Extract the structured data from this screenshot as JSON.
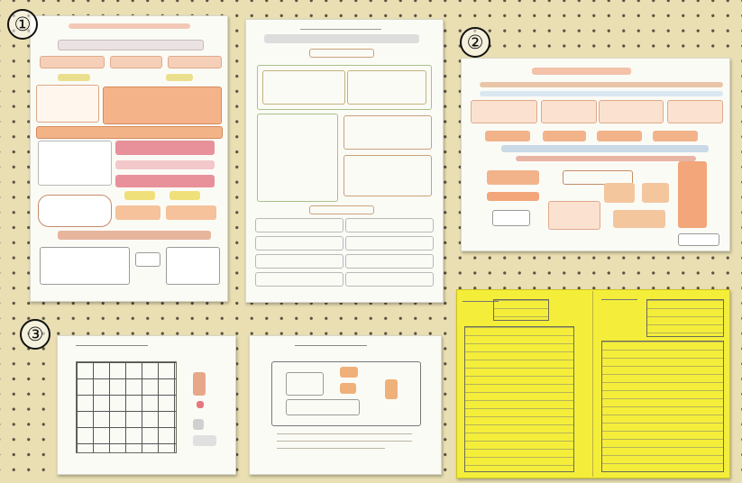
{
  "labels": {
    "one": "①",
    "two": "②",
    "three": "③"
  },
  "colors": {
    "background": "#fffb80",
    "pegboard": "#e9dfb3",
    "paper": "#fbfbf6",
    "yellow_form": "#f4ee3a",
    "accent_orange": "#f0b07a",
    "accent_pink": "#e58a95"
  }
}
